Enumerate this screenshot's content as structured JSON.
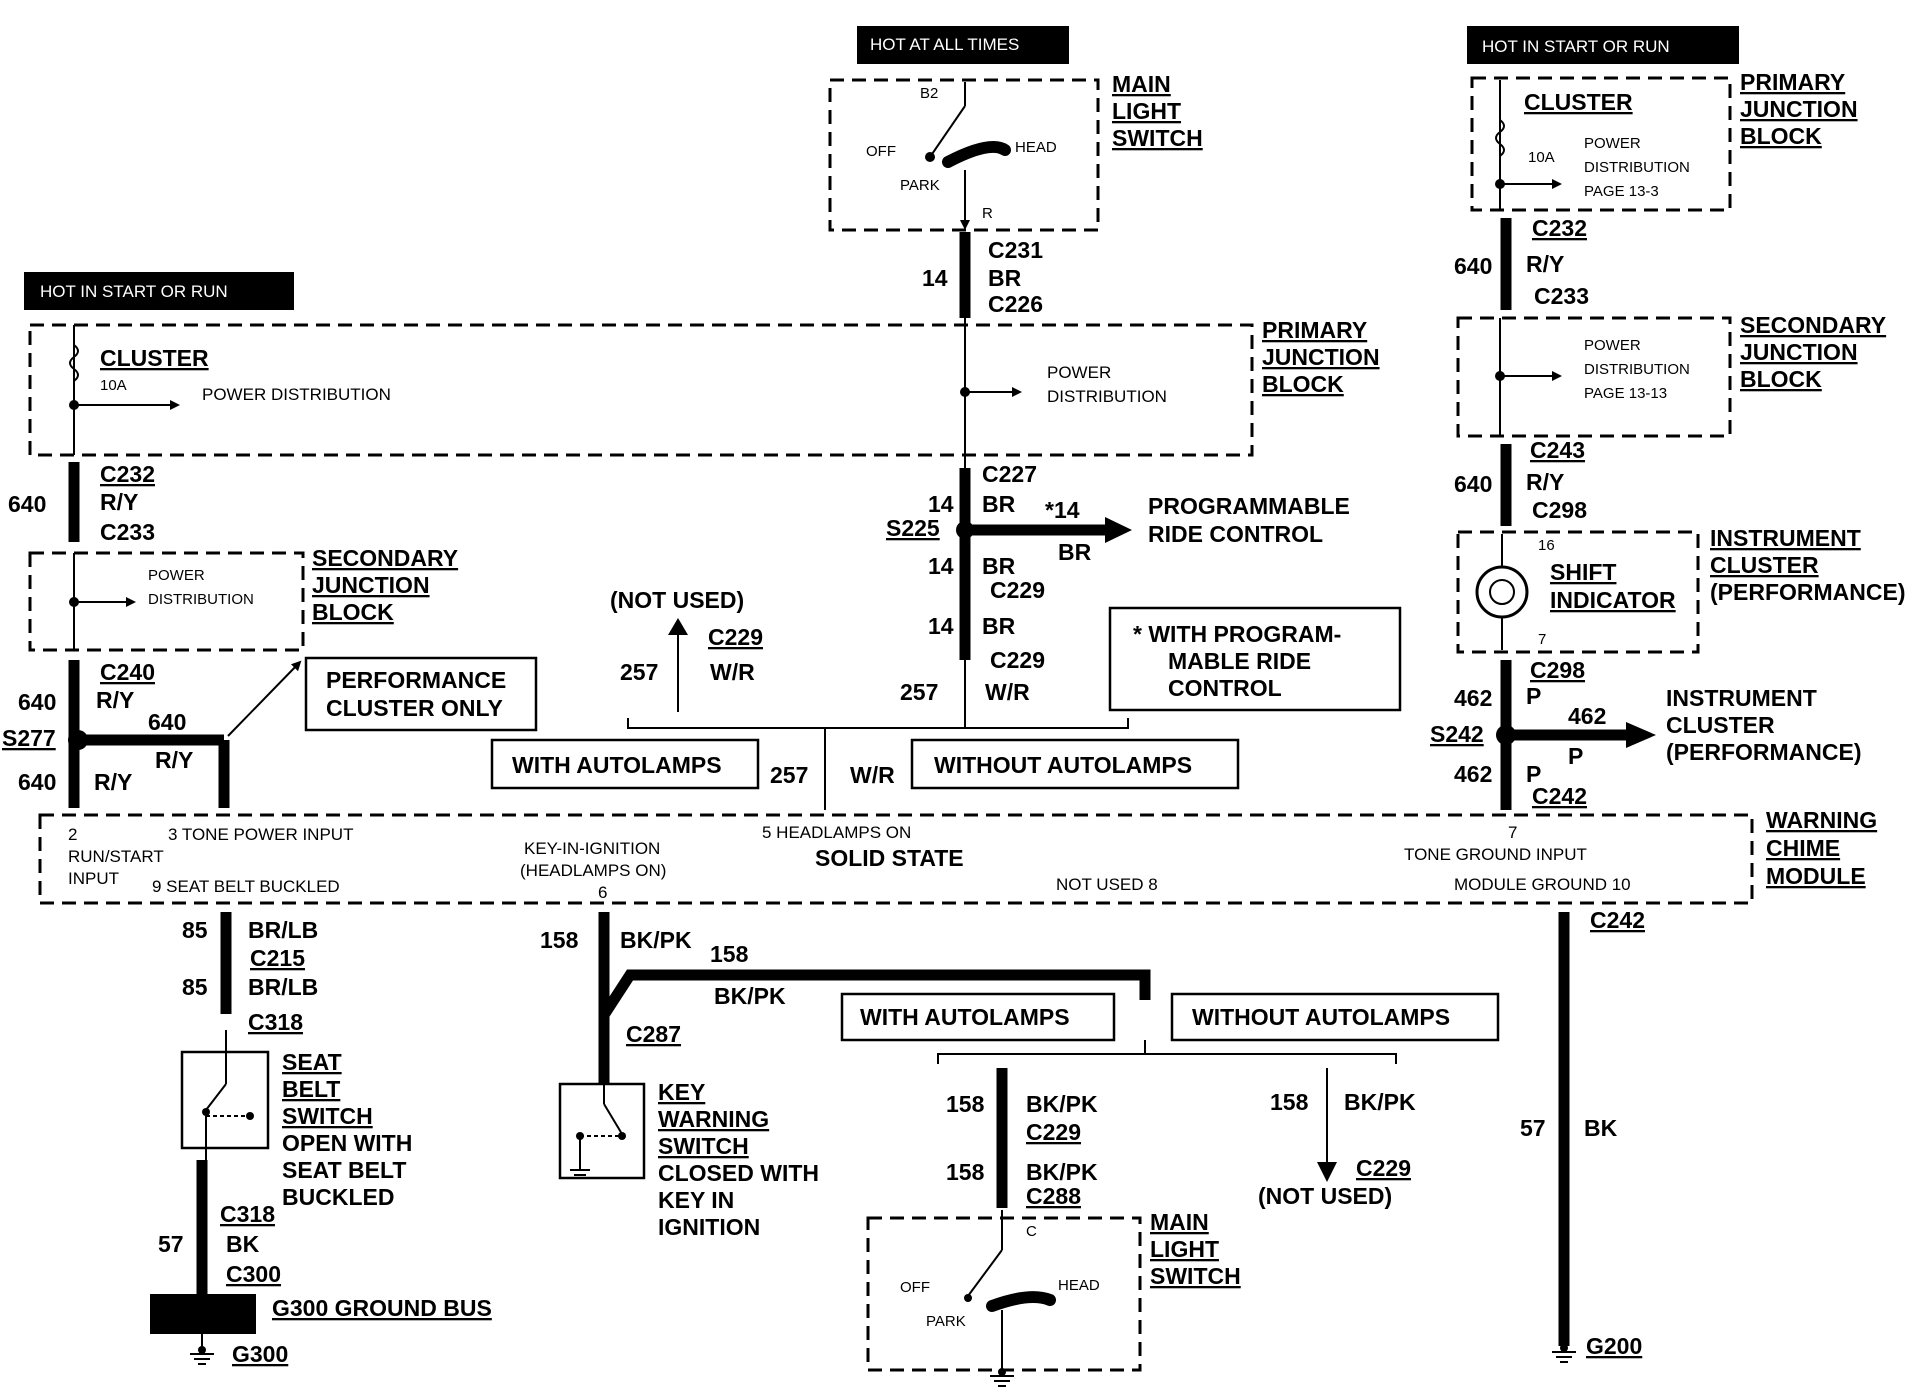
{
  "headers": {
    "top_center": "HOT AT ALL TIMES",
    "top_right": "HOT IN START OR RUN",
    "left": "HOT IN START OR RUN"
  },
  "main_light_switch_top": {
    "title": [
      "MAIN",
      "LIGHT",
      "SWITCH"
    ],
    "b2": "B2",
    "off": "OFF",
    "head": "HEAD",
    "park": "PARK",
    "r": "R"
  },
  "center_wire": {
    "c231": "C231",
    "br1": "BR",
    "c226": "C226",
    "n14": "14",
    "pjb_title": [
      "PRIMARY",
      "JUNCTION",
      "BLOCK"
    ],
    "pd1": "POWER",
    "pd2": "DISTRIBUTION",
    "c227": "C227",
    "n14b": "14",
    "br2": "BR",
    "s225": "S225",
    "star14": "*14",
    "br3": "BR",
    "prc1": "PROGRAMMABLE",
    "prc2": "RIDE CONTROL",
    "n14c": "14",
    "br4": "BR",
    "c229a": "C229",
    "n14d": "14",
    "br5": "BR",
    "c229b": "C229",
    "n257a": "257",
    "wr_a": "W/R"
  },
  "footnote": [
    "*  WITH PROGRAM-",
    "MABLE RIDE",
    "CONTROL"
  ],
  "not_used_top": {
    "label": "(NOT USED)",
    "c229": "C229",
    "n257": "257",
    "wr": "W/R"
  },
  "autolamps_top": {
    "with": "WITH AUTOLAMPS",
    "without": "WITHOUT AUTOLAMPS",
    "n257": "257",
    "wr": "W/R"
  },
  "left_branch": {
    "cluster": "CLUSTER",
    "fuse": "10A",
    "pd": "POWER DISTRIBUTION",
    "c232": "C232",
    "ry1": "R/Y",
    "c233": "C233",
    "n640a": "640",
    "sjb_title": [
      "SECONDARY",
      "JUNCTION",
      "BLOCK"
    ],
    "pd1": "POWER",
    "pd2": "DISTRIBUTION",
    "c240": "C240",
    "ry2": "R/Y",
    "n640b": "640",
    "s277": "S277",
    "n640c": "640",
    "ry3": "R/Y",
    "n640d": "640",
    "ry4": "R/Y",
    "perf1": "PERFORMANCE",
    "perf2": "CLUSTER ONLY"
  },
  "right_branch": {
    "cluster": "CLUSTER",
    "fuse": "10A",
    "pd1": "POWER",
    "pd2": "DISTRIBUTION",
    "pd3": "PAGE 13-3",
    "pjb_title": [
      "PRIMARY",
      "JUNCTION",
      "BLOCK"
    ],
    "c232": "C232",
    "ry1": "R/Y",
    "c233": "C233",
    "n640a": "640",
    "sjb_title": [
      "SECONDARY",
      "JUNCTION",
      "BLOCK"
    ],
    "spd1": "POWER",
    "spd2": "DISTRIBUTION",
    "spd3": "PAGE 13-13",
    "c243": "C243",
    "ry2": "R/Y",
    "c298": "C298",
    "n640b": "640",
    "ic_title": [
      "INSTRUMENT",
      "CLUSTER",
      "(PERFORMANCE)"
    ],
    "shift1": "SHIFT",
    "shift2": "INDICATOR",
    "p16": "16",
    "p7": "7",
    "c298b": "C298",
    "p1": "P",
    "n462a": "462",
    "s242": "S242",
    "n462b": "462",
    "p2": "P",
    "ic2": [
      "INSTRUMENT",
      "CLUSTER",
      "(PERFORMANCE)"
    ],
    "n462c": "462",
    "p3": "P",
    "c242": "C242"
  },
  "module": {
    "title": [
      "WARNING",
      "CHIME",
      "MODULE"
    ],
    "solid": "SOLID STATE",
    "p2a": "2",
    "p2b": "RUN/START",
    "p2c": "INPUT",
    "p3": "3 TONE POWER INPUT",
    "p9": "9 SEAT BELT BUCKLED",
    "key1": "KEY-IN-IGNITION",
    "key2": "(HEADLAMPS ON)",
    "p6": "6",
    "p5": "5 HEADLAMPS ON",
    "nu8": "NOT USED 8",
    "p7a": "7",
    "p7b": "TONE GROUND INPUT",
    "p10": "MODULE GROUND 10"
  },
  "seat_belt": {
    "n85a": "85",
    "brlb1": "BR/LB",
    "c215": "C215",
    "n85b": "85",
    "brlb2": "BR/LB",
    "c318a": "C318",
    "title": [
      "SEAT",
      "BELT",
      "SWITCH"
    ],
    "desc": [
      "OPEN WITH",
      "SEAT BELT",
      "BUCKLED"
    ],
    "c318b": "C318",
    "n57": "57",
    "bk": "BK",
    "c300": "C300",
    "gbus": "G300 GROUND BUS",
    "g300": "G300"
  },
  "key_warning": {
    "n158a": "158",
    "bkpk1": "BK/PK",
    "n158b": "158",
    "bkpk2": "BK/PK",
    "c287": "C287",
    "title": [
      "KEY",
      "WARNING",
      "SWITCH"
    ],
    "desc": [
      "CLOSED WITH",
      "KEY IN",
      "IGNITION"
    ]
  },
  "autolamps_bottom": {
    "with": "WITH AUTOLAMPS",
    "without": "WITHOUT AUTOLAMPS",
    "n158a": "158",
    "bkpk1": "BK/PK",
    "c229": "C229",
    "n158b": "158",
    "bkpk2": "BK/PK",
    "c288": "C288",
    "n158c": "158",
    "bkpk3": "BK/PK",
    "c229b": "C229",
    "notused": "(NOT USED)"
  },
  "main_light_switch_bottom": {
    "title": [
      "MAIN",
      "LIGHT",
      "SWITCH"
    ],
    "c": "C",
    "off": "OFF",
    "head": "HEAD",
    "park": "PARK"
  },
  "ground_right": {
    "c242": "C242",
    "n57": "57",
    "bk": "BK",
    "g200": "G200"
  }
}
